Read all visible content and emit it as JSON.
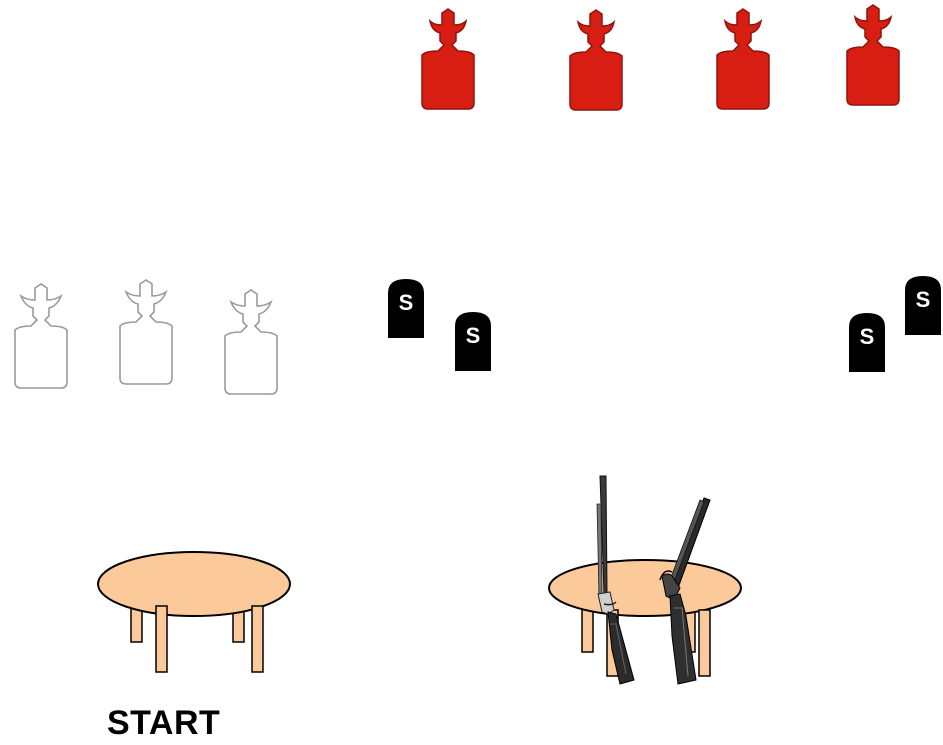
{
  "stage": {
    "start_label": "START",
    "steel_targets": [
      {
        "icon": "cowboy-target-red-icon"
      },
      {
        "icon": "cowboy-target-red-icon"
      },
      {
        "icon": "cowboy-target-red-icon"
      },
      {
        "icon": "cowboy-target-red-icon"
      }
    ],
    "outline_targets": [
      {
        "icon": "cowboy-target-outline-icon"
      },
      {
        "icon": "cowboy-target-outline-icon"
      },
      {
        "icon": "cowboy-target-outline-icon"
      }
    ],
    "shotgun_targets": [
      {
        "icon": "shotgun-knockdown-icon",
        "letter": "S"
      },
      {
        "icon": "shotgun-knockdown-icon",
        "letter": "S"
      },
      {
        "icon": "shotgun-knockdown-icon",
        "letter": "S"
      },
      {
        "icon": "shotgun-knockdown-icon",
        "letter": "S"
      }
    ],
    "tables": [
      {
        "icon": "start-table-icon"
      },
      {
        "icon": "gun-table-icon"
      }
    ],
    "guns": [
      {
        "icon": "rifle-icon"
      },
      {
        "icon": "shotgun-icon"
      }
    ],
    "colors": {
      "target_red": "#d81e12",
      "target_red_dark": "#8f130c",
      "target_outline": "#9a9a9a",
      "table_fill": "#fbc99a",
      "table_stroke": "#000000",
      "shotgun_target": "#000000"
    }
  }
}
